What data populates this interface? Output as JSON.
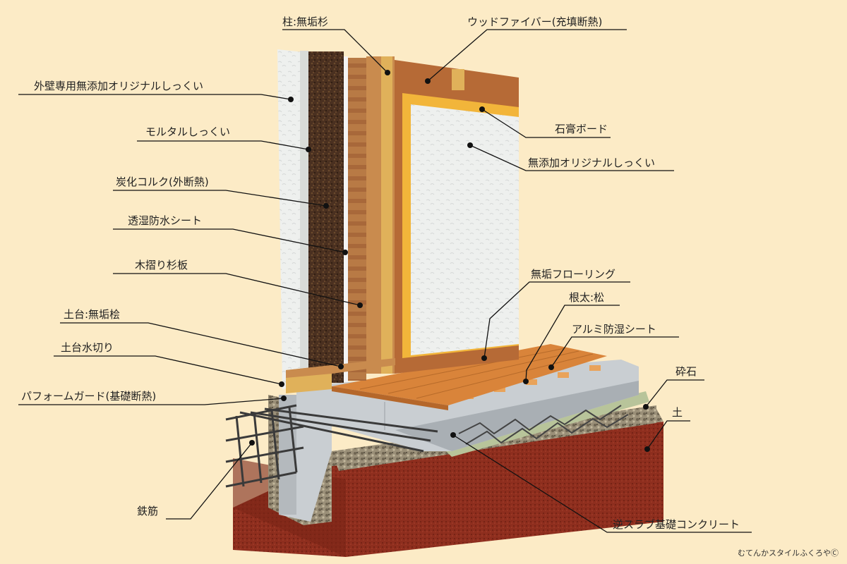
{
  "labels": {
    "pillar": "柱:無垢杉",
    "wood_fiber": "ウッドファイバー(充填断熱)",
    "exterior_plaster": "外壁専用無添加オリジナルしっくい",
    "gypsum_board": "石膏ボード",
    "mortar_plaster": "モルタルしっくい",
    "interior_plaster": "無添加オリジナルしっくい",
    "carbonized_cork": "炭化コルク(外断熱)",
    "breathable_sheet": "透湿防水シート",
    "cedar_board": "木摺り杉板",
    "flooring": "無垢フローリング",
    "joist": "根太:松",
    "sill": "土台:無垢桧",
    "aluminum_sheet": "アルミ防湿シート",
    "sill_flashing": "土台水切り",
    "gravel": "砕石",
    "foam_guard": "パフォームガード(基礎断熱)",
    "soil": "土",
    "rebar": "鉄筋",
    "concrete_slab": "逆スラブ基礎コンクリート"
  },
  "credit": "むてんかスタイルふくろやⒸ",
  "colors": {
    "background": "#fcebc6",
    "plaster": "#eef0ee",
    "cork": "#4a3020",
    "cedar": "#b87a45",
    "pillar": "#c98b4e",
    "fiber": "#b66a36",
    "gypsum": "#f2b53a",
    "floor": "#d9843a",
    "slab": "#c9ced2",
    "gravel": "#9a8f78",
    "soil": "#8e2e1e",
    "rebar": "#3a3a3a"
  }
}
